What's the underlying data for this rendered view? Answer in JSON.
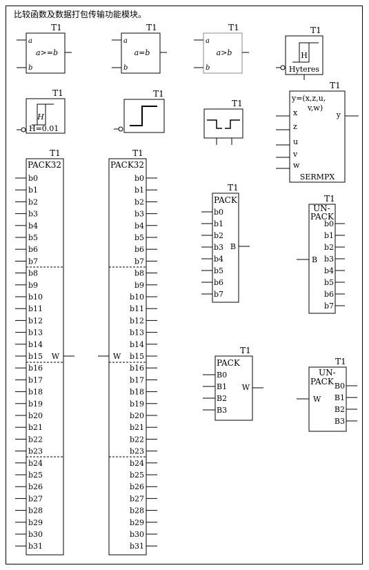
{
  "heading": "比较函数及数据打包传输功能模块。",
  "compare_blocks": [
    {
      "tag": "T1",
      "in_a": "a",
      "in_b": "b",
      "op": "a>=b"
    },
    {
      "tag": "T1",
      "in_a": "a",
      "in_b": "b",
      "op": "a=b"
    },
    {
      "tag": "T1",
      "in_a": "a",
      "in_b": "b",
      "op": "a>b"
    }
  ],
  "hysteresis_block": {
    "tag": "T1",
    "symbol": "H",
    "label": "Hyteres"
  },
  "hysteresis_param_block": {
    "tag": "T1",
    "symbol": "H",
    "param": "H=0.01"
  },
  "step_block": {
    "tag": "T1"
  },
  "switch_block": {
    "tag": "T1"
  },
  "sermpx_block": {
    "tag": "T1",
    "formula_line1": "y=(x,z,u,",
    "formula_line2": "v,w)",
    "inputs": [
      "x",
      "z",
      "u",
      "v",
      "w"
    ],
    "output": "y",
    "name": "SERMPX"
  },
  "pack32_left": {
    "tag": "T1",
    "title": "PACK32",
    "output": "W"
  },
  "pack32_right": {
    "tag": "T1",
    "title": "PACK32",
    "output": "W"
  },
  "pack32_bits": [
    "b0",
    "b1",
    "b2",
    "b3",
    "b4",
    "b5",
    "b6",
    "b7",
    "b8",
    "b9",
    "b10",
    "b11",
    "b12",
    "b13",
    "b14",
    "b15",
    "b16",
    "b17",
    "b18",
    "b19",
    "b20",
    "b21",
    "b22",
    "b23",
    "b24",
    "b25",
    "b26",
    "b27",
    "b28",
    "b29",
    "b30",
    "b31"
  ],
  "pack8_block": {
    "tag": "T1",
    "title": "PACK",
    "output": "B",
    "bits": [
      "b0",
      "b1",
      "b2",
      "b3",
      "b4",
      "b5",
      "b6",
      "b7"
    ]
  },
  "unpack8_block": {
    "tag": "T1",
    "title_line1": "UN-",
    "title_line2": "PACK",
    "input": "B",
    "bits": [
      "b0",
      "b1",
      "b2",
      "b3",
      "b4",
      "b5",
      "b6",
      "b7"
    ]
  },
  "pack4_block": {
    "tag": "T1",
    "title": "PACK",
    "output": "W",
    "bits": [
      "B0",
      "B1",
      "B2",
      "B3"
    ]
  },
  "unpack4_block": {
    "tag": "T1",
    "title_line1": "UN-",
    "title_line2": "PACK",
    "input": "W",
    "bits": [
      "B0",
      "B1",
      "B2",
      "B3"
    ]
  }
}
